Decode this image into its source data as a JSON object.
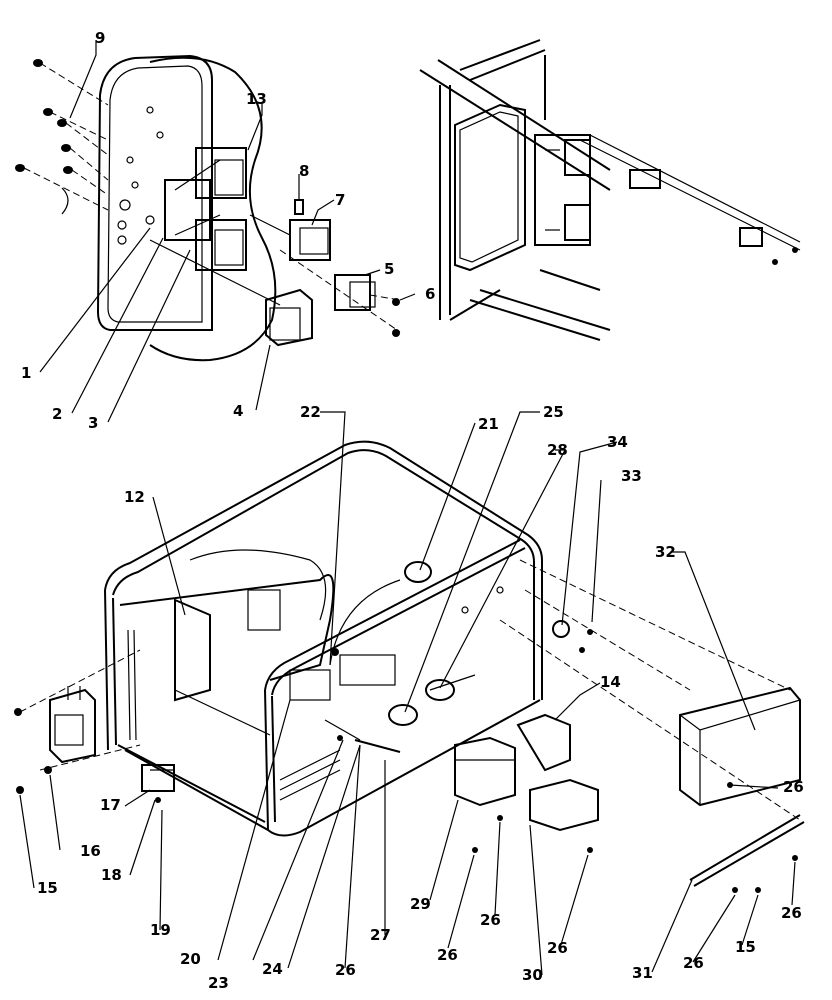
{
  "callouts": [
    {
      "id": "c1",
      "text": "1"
    },
    {
      "id": "c2",
      "text": "2"
    },
    {
      "id": "c3",
      "text": "3"
    },
    {
      "id": "c4",
      "text": "4"
    },
    {
      "id": "c5",
      "text": "5"
    },
    {
      "id": "c6",
      "text": "6"
    },
    {
      "id": "c7",
      "text": "7"
    },
    {
      "id": "c8",
      "text": "8"
    },
    {
      "id": "c9",
      "text": "9"
    },
    {
      "id": "c12",
      "text": "12"
    },
    {
      "id": "c13",
      "text": "13"
    },
    {
      "id": "c14",
      "text": "14"
    },
    {
      "id": "c15a",
      "text": "15"
    },
    {
      "id": "c15b",
      "text": "15"
    },
    {
      "id": "c16",
      "text": "16"
    },
    {
      "id": "c17",
      "text": "17"
    },
    {
      "id": "c18",
      "text": "18"
    },
    {
      "id": "c19",
      "text": "19"
    },
    {
      "id": "c20",
      "text": "20"
    },
    {
      "id": "c21",
      "text": "21"
    },
    {
      "id": "c22",
      "text": "22"
    },
    {
      "id": "c23",
      "text": "23"
    },
    {
      "id": "c24",
      "text": "24"
    },
    {
      "id": "c25",
      "text": "25"
    },
    {
      "id": "c26a",
      "text": "26"
    },
    {
      "id": "c26b",
      "text": "26"
    },
    {
      "id": "c26c",
      "text": "26"
    },
    {
      "id": "c26d",
      "text": "26"
    },
    {
      "id": "c26e",
      "text": "26"
    },
    {
      "id": "c26f",
      "text": "26"
    },
    {
      "id": "c26g",
      "text": "26"
    },
    {
      "id": "c27",
      "text": "27"
    },
    {
      "id": "c28",
      "text": "28"
    },
    {
      "id": "c29",
      "text": "29"
    },
    {
      "id": "c30",
      "text": "30"
    },
    {
      "id": "c31",
      "text": "31"
    },
    {
      "id": "c32",
      "text": "32"
    },
    {
      "id": "c33",
      "text": "33"
    },
    {
      "id": "c34",
      "text": "34"
    }
  ]
}
